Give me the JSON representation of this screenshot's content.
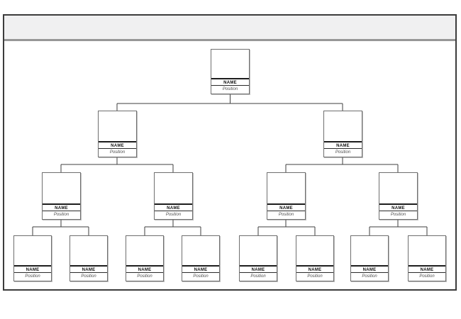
{
  "sheet": {
    "frame_color": "#3c3c3c",
    "header_band_color": "#f0f0f1",
    "header_divider_color": "#979797"
  },
  "chart": {
    "type": "org-chart-template",
    "connector_color": "#3f3f3f",
    "levels": [
      1,
      2,
      4,
      8
    ],
    "nodes": [
      {
        "id": "root",
        "level": 1,
        "name": "NAME",
        "position": "Position"
      },
      {
        "id": "l2-1",
        "level": 2,
        "name": "NAME",
        "position": "Position"
      },
      {
        "id": "l2-2",
        "level": 2,
        "name": "NAME",
        "position": "Position"
      },
      {
        "id": "l3-1",
        "level": 3,
        "name": "NAME",
        "position": "Position"
      },
      {
        "id": "l3-2",
        "level": 3,
        "name": "NAME",
        "position": "Position"
      },
      {
        "id": "l3-3",
        "level": 3,
        "name": "NAME",
        "position": "Position"
      },
      {
        "id": "l3-4",
        "level": 3,
        "name": "NAME",
        "position": "Position"
      },
      {
        "id": "l4-1",
        "level": 4,
        "name": "NAME",
        "position": "Position"
      },
      {
        "id": "l4-2",
        "level": 4,
        "name": "NAME",
        "position": "Position"
      },
      {
        "id": "l4-3",
        "level": 4,
        "name": "NAME",
        "position": "Position"
      },
      {
        "id": "l4-4",
        "level": 4,
        "name": "NAME",
        "position": "Position"
      },
      {
        "id": "l4-5",
        "level": 4,
        "name": "NAME",
        "position": "Position"
      },
      {
        "id": "l4-6",
        "level": 4,
        "name": "NAME",
        "position": "Position"
      },
      {
        "id": "l4-7",
        "level": 4,
        "name": "NAME",
        "position": "Position"
      },
      {
        "id": "l4-8",
        "level": 4,
        "name": "NAME",
        "position": "Position"
      }
    ]
  }
}
